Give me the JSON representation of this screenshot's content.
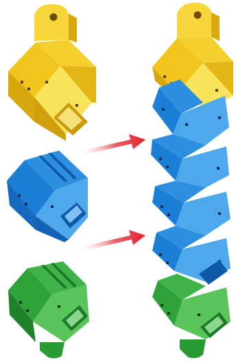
{
  "scene": {
    "description_free": true,
    "components": [
      {
        "name": "yellow-mount-block",
        "color_light": "#F8E35A",
        "color_mid": "#F2C51C",
        "color_dark": "#C99A0A"
      },
      {
        "name": "blue-cube-block",
        "color_light": "#4FA8EC",
        "color_mid": "#1C7FD6",
        "color_dark": "#0E5AA8"
      },
      {
        "name": "green-mount-block",
        "color_light": "#58C45A",
        "color_mid": "#2FA33A",
        "color_dark": "#1D7A26"
      }
    ],
    "arrows": [
      {
        "name": "arrow-upper",
        "color": "#E0222B"
      },
      {
        "name": "arrow-lower",
        "color": "#E0222B"
      }
    ],
    "assembled_stack": {
      "order": [
        "yellow",
        "blue",
        "blue",
        "blue",
        "blue",
        "green"
      ]
    }
  }
}
